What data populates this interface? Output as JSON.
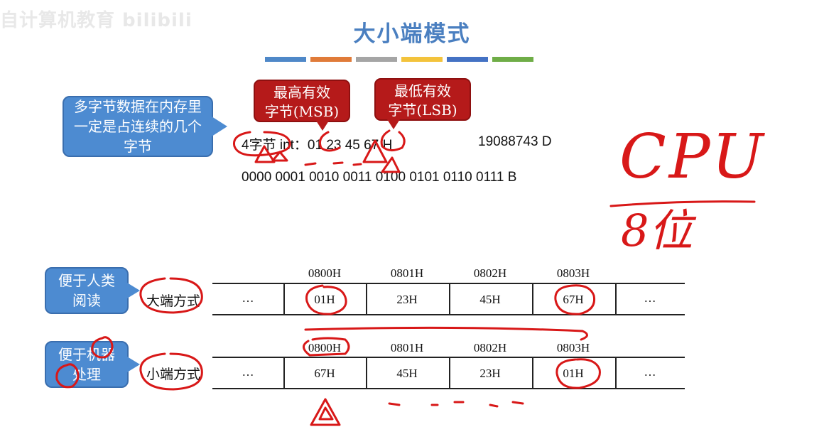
{
  "watermark": "自计算机教育 bilibili",
  "title": "大小端模式",
  "color_bar": [
    "#4f88c8",
    "#e07b39",
    "#a5a5a5",
    "#f3c33c",
    "#4472c4",
    "#6fad47"
  ],
  "callouts": {
    "multi_byte": "多字节数据在内存里一定是占连续的几个字节",
    "msb_line1": "最高有效",
    "msb_line2": "字节(MSB)",
    "lsb_line1": "最低有效",
    "lsb_line2": "字节(LSB)",
    "human": "便于人类阅读",
    "machine": "便于机器处理"
  },
  "example": {
    "hex_line": "4字节 int：01 23 45 67 H",
    "dec_line": "19088743 D",
    "bin_line": "0000 0001 0010 0011 0100 0101 0110 0111  B"
  },
  "big_endian": {
    "label": "大端方式",
    "addresses": [
      "0800H",
      "0801H",
      "0802H",
      "0803H"
    ],
    "cells": [
      "…",
      "01H",
      "23H",
      "45H",
      "67H",
      "…"
    ]
  },
  "little_endian": {
    "label": "小端方式",
    "addresses": [
      "0800H",
      "0801H",
      "0802H",
      "0803H"
    ],
    "cells": [
      "…",
      "67H",
      "45H",
      "23H",
      "01H",
      "…"
    ]
  },
  "handwriting": {
    "top": "CPU",
    "bottom": "8位",
    "colors": {
      "ink": "#d81818"
    }
  }
}
